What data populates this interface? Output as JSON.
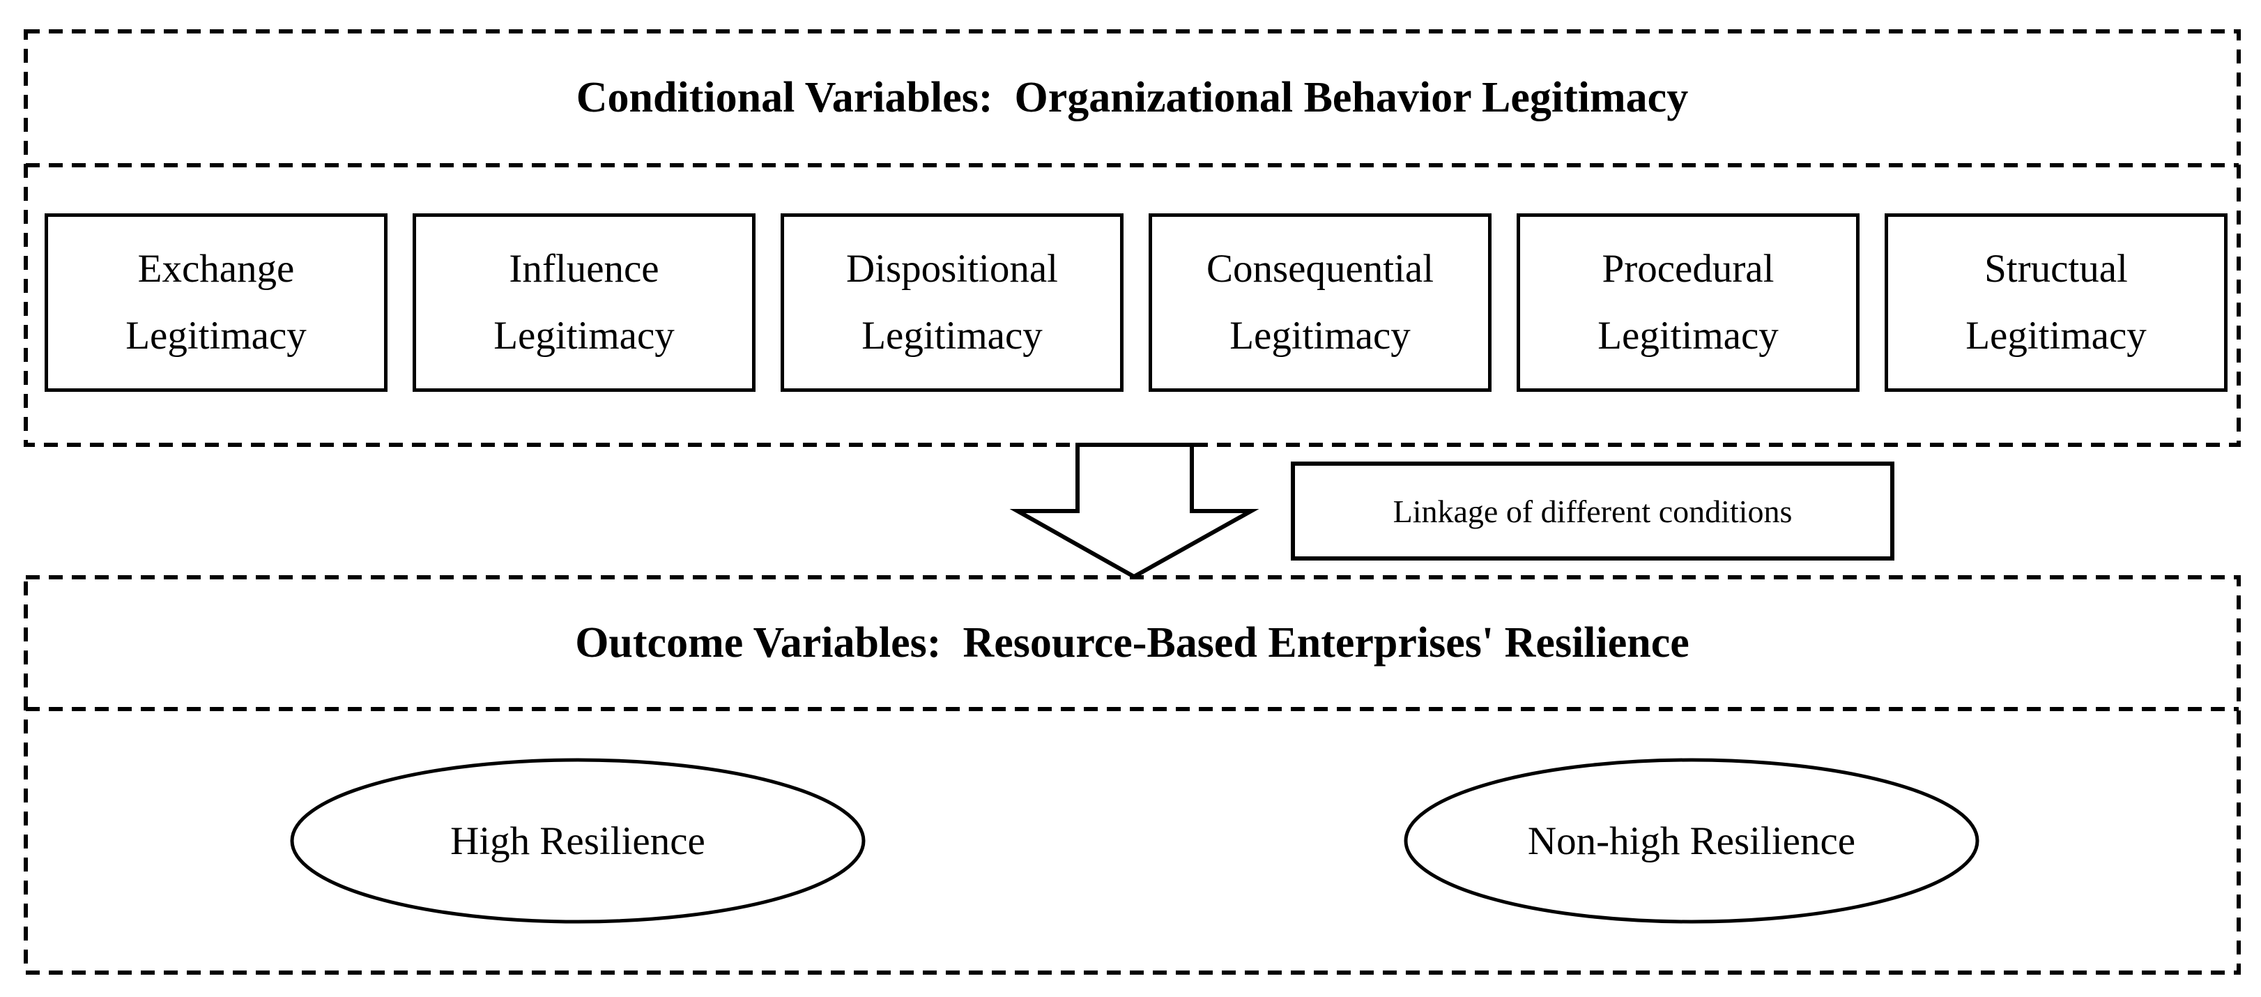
{
  "figure": {
    "conditional": {
      "title": "Conditional Variables:  Organizational Behavior Legitimacy",
      "boxes": [
        {
          "line1": "Exchange",
          "line2": "Legitimacy"
        },
        {
          "line1": "Influence",
          "line2": "Legitimacy"
        },
        {
          "line1": "Dispositional",
          "line2": "Legitimacy"
        },
        {
          "line1": "Consequential",
          "line2": "Legitimacy"
        },
        {
          "line1": "Procedural",
          "line2": "Legitimacy"
        },
        {
          "line1": "Structual",
          "line2": "Legitimacy"
        }
      ]
    },
    "linkage_label": "Linkage of different conditions",
    "outcome": {
      "title": "Outcome Variables:  Resource-Based Enterprises' Resilience",
      "ellipses": [
        {
          "label": "High Resilience"
        },
        {
          "label": "Non-high Resilience"
        }
      ]
    },
    "colors": {
      "ink": "#000000",
      "background": "#ffffff"
    }
  }
}
